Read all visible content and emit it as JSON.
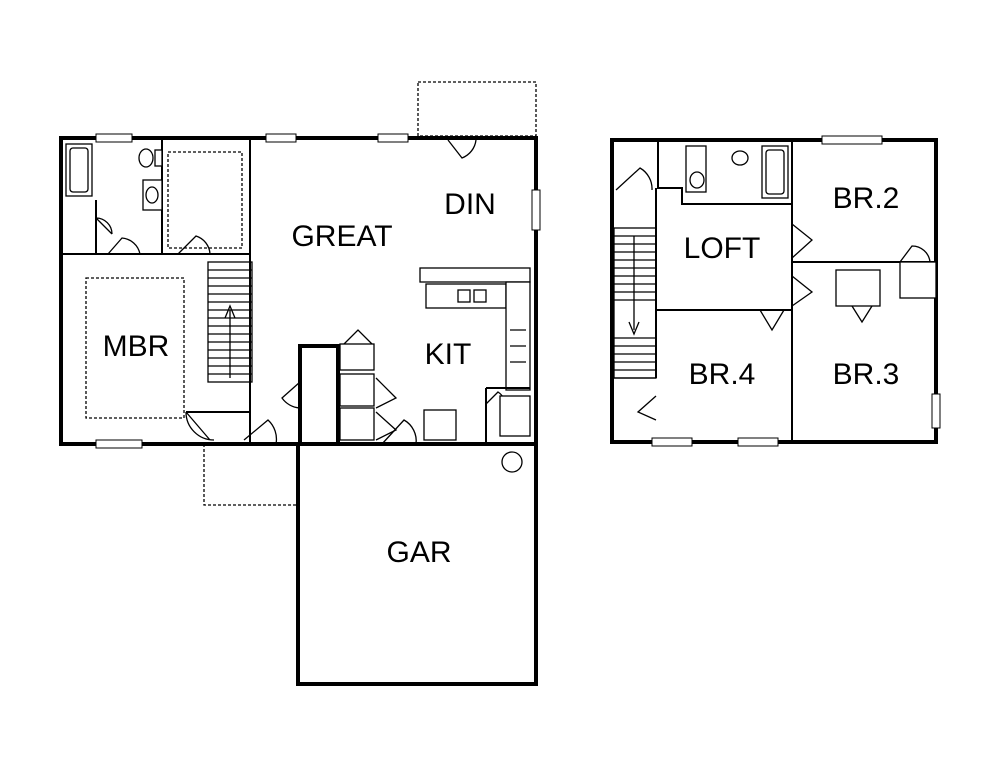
{
  "first_floor": {
    "rooms": {
      "mbr": "MBR",
      "great": "GREAT",
      "din": "DIN",
      "kit": "KIT",
      "gar": "GAR"
    }
  },
  "second_floor": {
    "rooms": {
      "loft": "LOFT",
      "br2": "BR.2",
      "br3": "BR.3",
      "br4": "BR.4"
    }
  }
}
